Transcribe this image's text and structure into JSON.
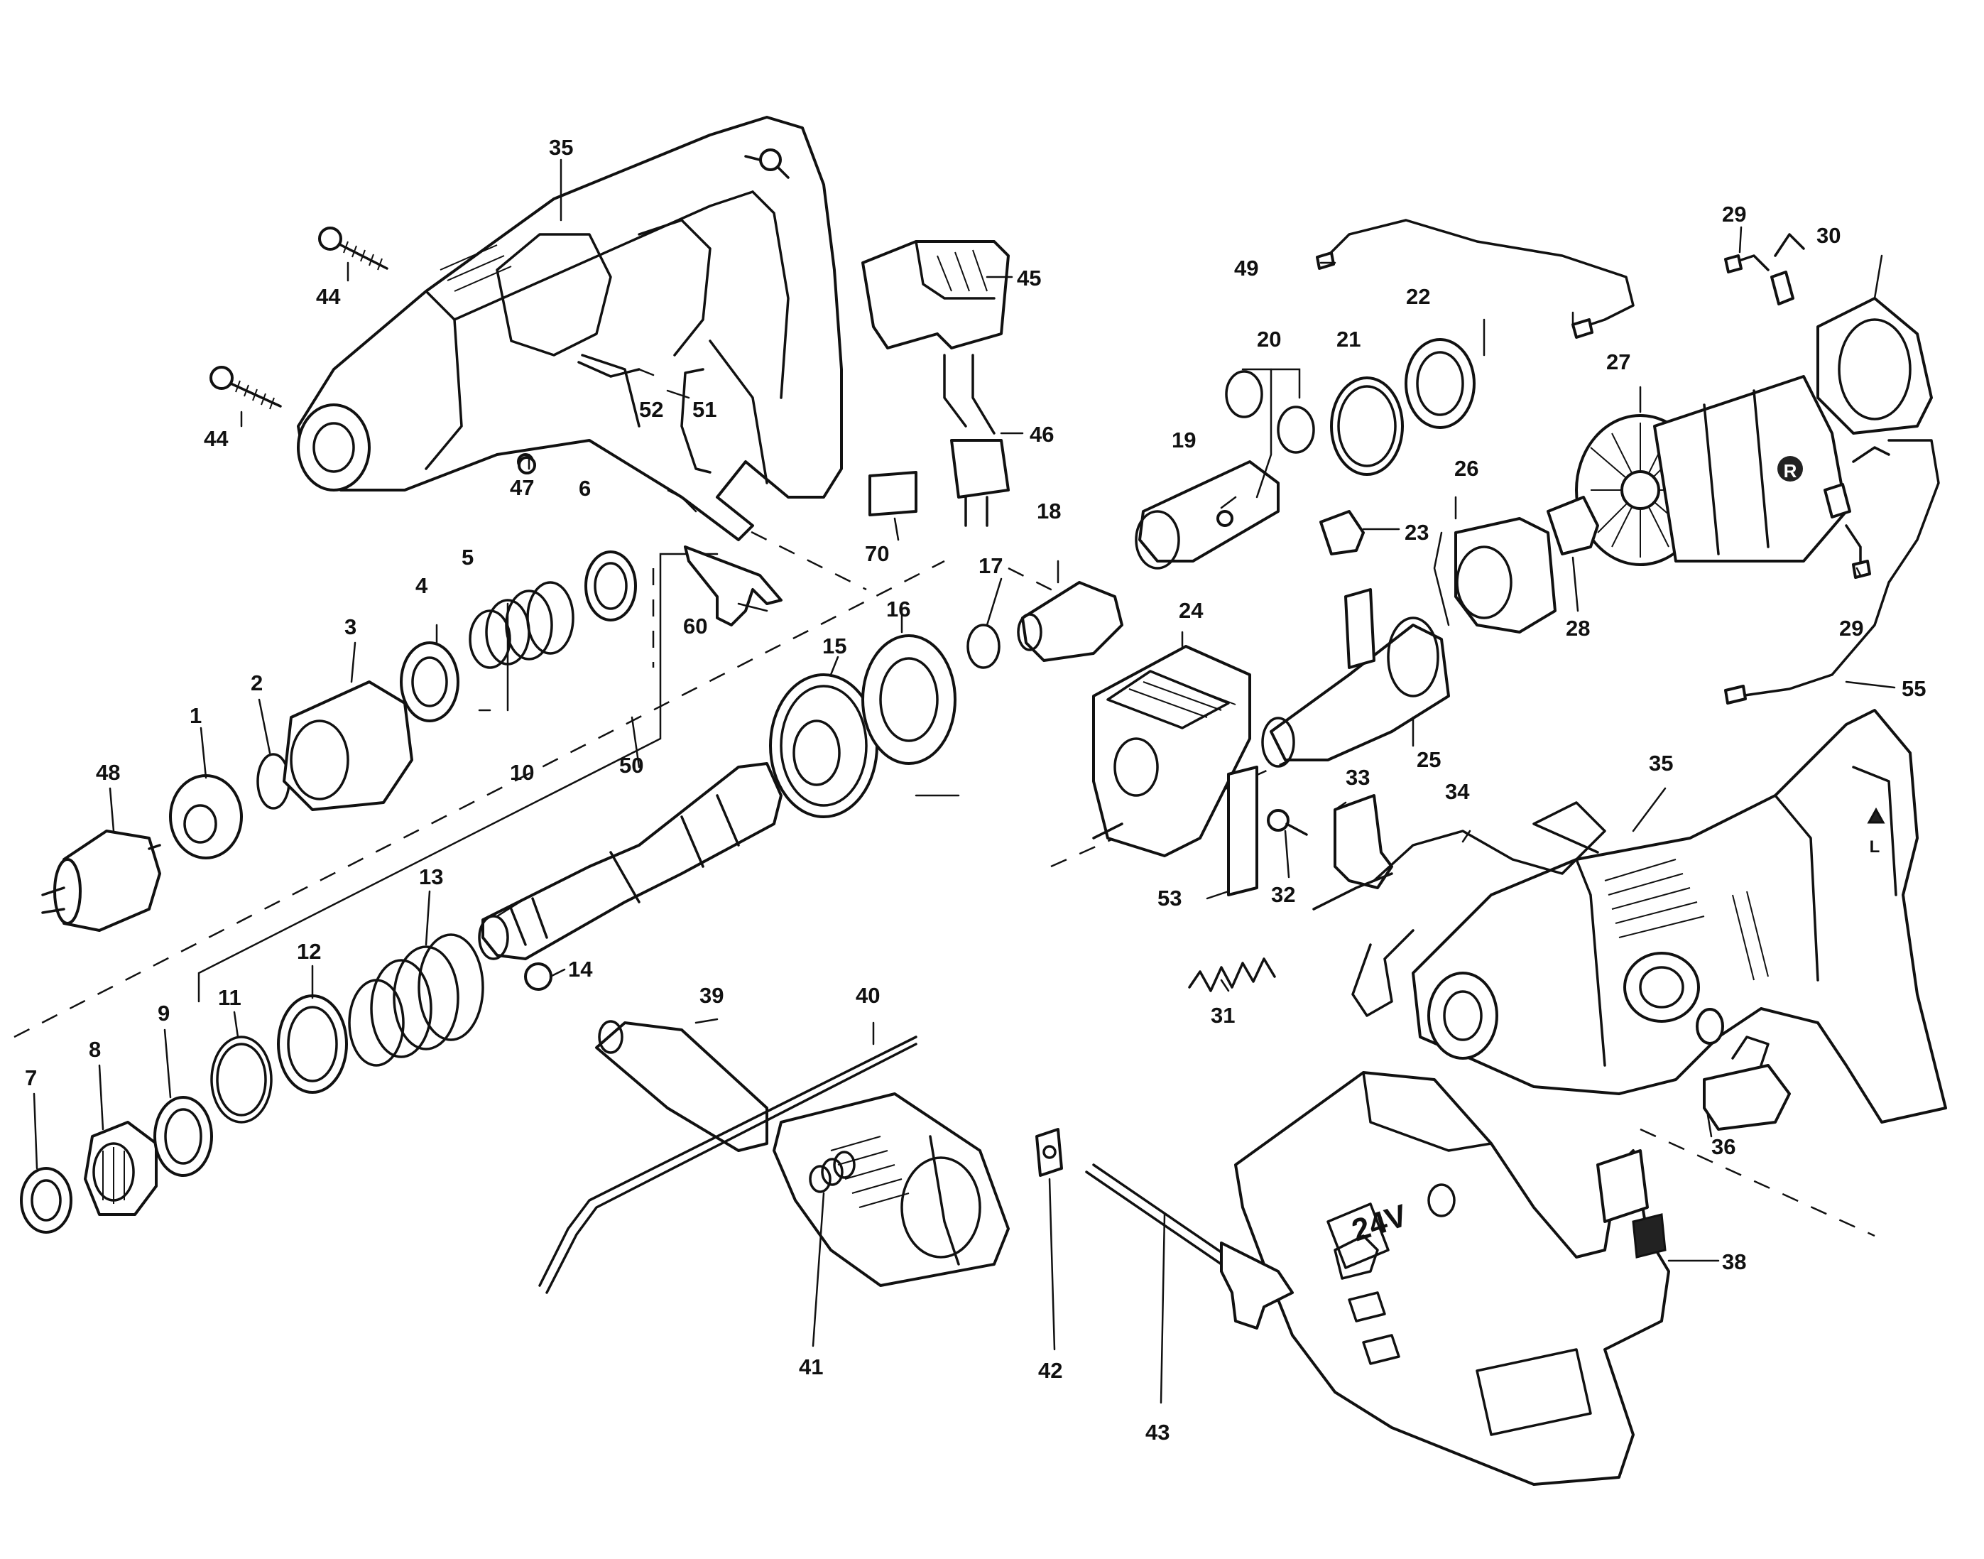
{
  "figure": {
    "callouts": {
      "c1": "1",
      "c2": "2",
      "c3": "3",
      "c4": "4",
      "c5": "5",
      "c6": "6",
      "c7": "7",
      "c8": "8",
      "c9": "9",
      "c10": "10",
      "c11": "11",
      "c12": "12",
      "c13": "13",
      "c14": "14",
      "c15": "15",
      "c16": "16",
      "c17": "17",
      "c18": "18",
      "c19": "19",
      "c20": "20",
      "c21": "21",
      "c22": "22",
      "c23": "23",
      "c24": "24",
      "c25": "25",
      "c26": "26",
      "c27": "27",
      "c28": "28",
      "c29a": "29",
      "c29b": "29",
      "c30": "30",
      "c31": "31",
      "c32": "32",
      "c33": "33",
      "c34": "34",
      "c35a": "35",
      "c35b": "35",
      "c36": "36",
      "c38": "38",
      "c39": "39",
      "c40": "40",
      "c41": "41",
      "c42": "42",
      "c43": "43",
      "c44a": "44",
      "c44b": "44",
      "c45": "45",
      "c46": "46",
      "c47": "47",
      "c48": "48",
      "c49": "49",
      "c50": "50",
      "c51": "51",
      "c52": "52",
      "c53": "53",
      "c55": "55",
      "c60": "60",
      "c70": "70"
    },
    "battery_voltage": "24V",
    "direction_letters": {
      "right": "R",
      "left": "L"
    }
  }
}
